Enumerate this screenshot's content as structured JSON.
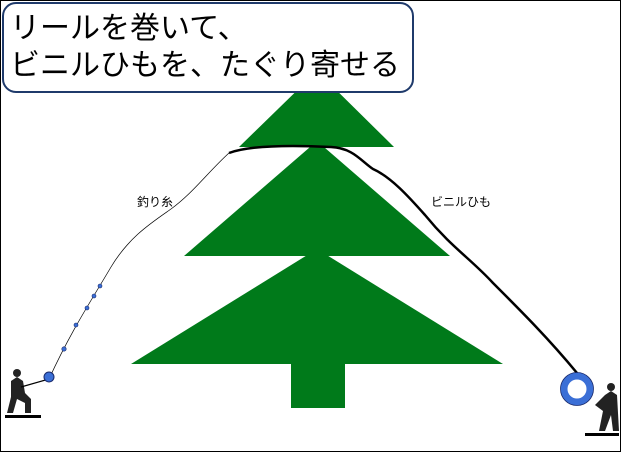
{
  "callout": {
    "line1": "リールを巻いて、",
    "line2": "ビニルひもを、たぐり寄せる"
  },
  "labels": {
    "fishing_line": "釣り糸",
    "vinyl_string": "ビニルひも"
  },
  "colors": {
    "tree": "#007a1a",
    "reel_blue": "#3b6fd6",
    "callout_border": "#1f3a6b",
    "string": "#000000"
  },
  "icons": {
    "left_figure": "person-reeling-icon",
    "right_figure": "person-holding-reel-icon"
  }
}
